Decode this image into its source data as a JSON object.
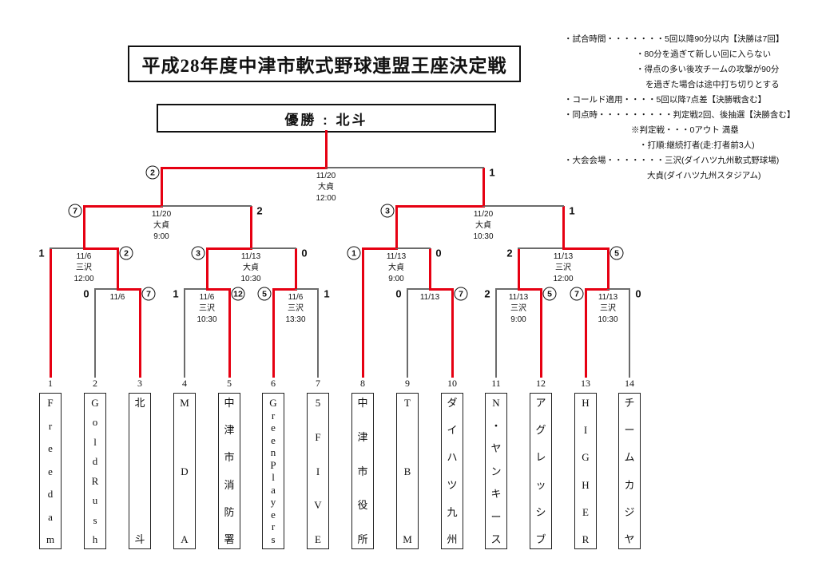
{
  "title": "平成28年度中津市軟式野球連盟王座決定戦",
  "champion": {
    "label": "優勝 : 北斗"
  },
  "rules": [
    {
      "indent": 0,
      "text": "・試合時間・・・・・・・5回以降90分以内【決勝は7回】"
    },
    {
      "indent": 90,
      "text": "・80分を過ぎて新しい回に入らない"
    },
    {
      "indent": 90,
      "text": "・得点の多い後攻チームの攻撃が90分"
    },
    {
      "indent": 102,
      "text": "を過ぎた場合は途中打ち切りとする"
    },
    {
      "indent": 0,
      "text": "・コールド適用・・・・5回以降7点差【決勝戦含む】"
    },
    {
      "indent": 0,
      "text": "・同点時・・・・・・・・・判定戦2回、後抽選【決勝含む】"
    },
    {
      "indent": 84,
      "text": "※判定戦・・・0アウト 満塁"
    },
    {
      "indent": 94,
      "text": "・打順:継続打者(走:打者前3人)"
    },
    {
      "indent": 0,
      "text": "・大会会場・・・・・・・三沢(ダイハツ九州軟式野球場)"
    },
    {
      "indent": 104,
      "text": "大貞(ダイハツ九州スタジアム)"
    }
  ],
  "teams": [
    {
      "number": "1",
      "name": "Freedam",
      "advanced": true
    },
    {
      "number": "2",
      "name": "Gold Rush",
      "advanced": false
    },
    {
      "number": "3",
      "name": "北斗",
      "advanced": true
    },
    {
      "number": "4",
      "name": "MDA",
      "advanced": false
    },
    {
      "number": "5",
      "name": "中津市消防署",
      "advanced": true
    },
    {
      "number": "6",
      "name": "Green Players",
      "advanced": true
    },
    {
      "number": "7",
      "name": "5FIVE",
      "advanced": false
    },
    {
      "number": "8",
      "name": "中津市役所",
      "advanced": true
    },
    {
      "number": "9",
      "name": "TBM",
      "advanced": false
    },
    {
      "number": "10",
      "name": "ダイハツ九州",
      "advanced": true
    },
    {
      "number": "11",
      "name": "N・ヤンキース",
      "advanced": false
    },
    {
      "number": "12",
      "name": "アグレッシブ",
      "advanced": true
    },
    {
      "number": "13",
      "name": "HIGHER",
      "advanced": true
    },
    {
      "number": "14",
      "name": "チームカジヤ",
      "advanced": false
    }
  ],
  "bracket": {
    "round1": [
      {
        "pair": "2-3",
        "date": "11/6",
        "venue": "",
        "time": "",
        "left_score": "0",
        "right_score": "7",
        "winner": "right"
      },
      {
        "pair": "4-5",
        "date": "11/6",
        "venue": "三沢",
        "time": "10:30",
        "left_score": "1",
        "right_score": "12",
        "winner": "right"
      },
      {
        "pair": "6-7",
        "date": "11/6",
        "venue": "三沢",
        "time": "13:30",
        "left_score": "5",
        "right_score": "1",
        "winner": "left"
      },
      {
        "pair": "9-10",
        "date": "11/13",
        "venue": "",
        "time": "",
        "left_score": "0",
        "right_score": "7",
        "winner": "right"
      },
      {
        "pair": "11-12",
        "date": "11/13",
        "venue": "三沢",
        "time": "9:00",
        "left_score": "2",
        "right_score": "5",
        "winner": "right"
      },
      {
        "pair": "13-14",
        "date": "11/13",
        "venue": "三沢",
        "time": "10:30",
        "left_score": "7",
        "right_score": "0",
        "winner": "left"
      }
    ],
    "quarterfinals": [
      {
        "date": "11/6",
        "venue": "三沢",
        "time": "12:00",
        "left_score": "1",
        "right_score": "2",
        "winner": "right"
      },
      {
        "date": "11/13",
        "venue": "大貞",
        "time": "10:30",
        "left_score": "3",
        "right_score": "0",
        "winner": "left"
      },
      {
        "date": "11/13",
        "venue": "大貞",
        "time": "9:00",
        "left_score": "1",
        "right_score": "0",
        "winner": "left"
      },
      {
        "date": "11/13",
        "venue": "三沢",
        "time": "12:00",
        "left_score": "2",
        "right_score": "5",
        "winner": "right"
      }
    ],
    "semifinals": [
      {
        "date": "11/20",
        "venue": "大貞",
        "time": "9:00",
        "left_score": "7",
        "right_score": "2",
        "winner": "left"
      },
      {
        "date": "11/20",
        "venue": "大貞",
        "time": "10:30",
        "left_score": "3",
        "right_score": "1",
        "winner": "left"
      }
    ],
    "final": {
      "date": "11/20",
      "venue": "大貞",
      "time": "12:00",
      "left_score": "2",
      "right_score": "1",
      "winner": "left"
    }
  },
  "colors": {
    "winner_path": "#e60012",
    "line": "#6b6b6b"
  }
}
